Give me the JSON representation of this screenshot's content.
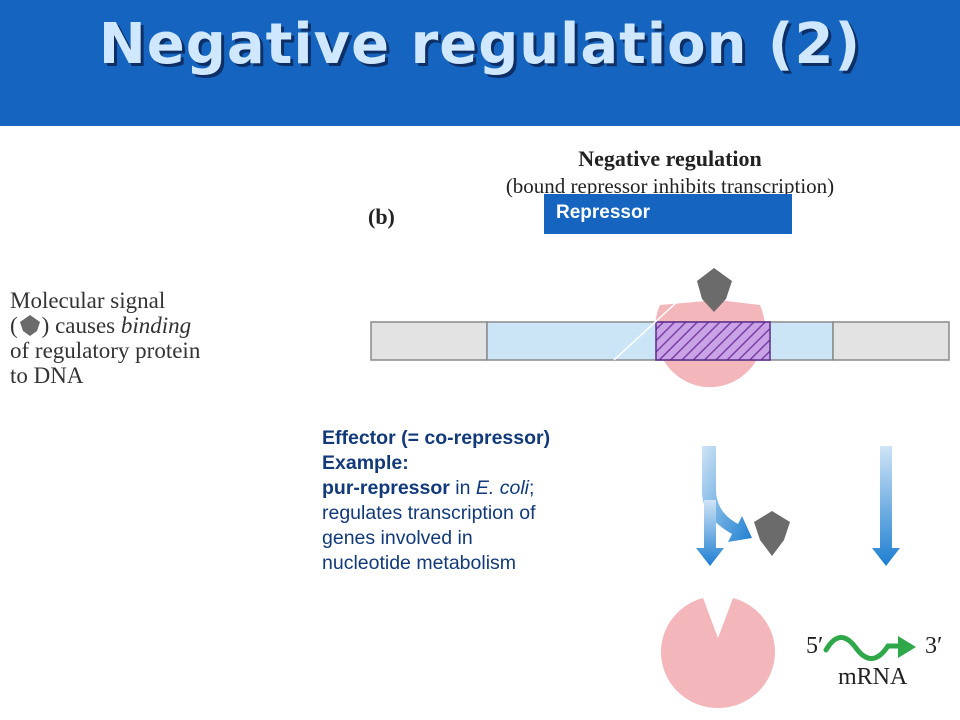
{
  "slide": {
    "title": "Negative regulation (2)"
  },
  "figure": {
    "title": "Negative regulation",
    "subtitle": "(bound repressor inhibits transcription)",
    "panel_label": "(b)",
    "repressor_label": "Repressor"
  },
  "side_caption": {
    "line1": "Molecular signal",
    "line2_pre": "(",
    "line2_post": ") causes ",
    "line2_italic": "binding",
    "line3": "of regulatory protein",
    "line4": "to DNA",
    "icon": "effector-pentagon-icon"
  },
  "effector_text": {
    "heading": "Effector (= co-repressor)",
    "example": "Example:",
    "line3_bold": "pur-repressor",
    "line3_mid": " in ",
    "line3_italic": "E. coli",
    "line3_end": ";",
    "line4": "regulates transcription of",
    "line5": "genes involved in",
    "line6": "nucleotide metabolism"
  },
  "mrna": {
    "five_prime": "5′",
    "three_prime": "3′",
    "label": "mRNA"
  },
  "colors": {
    "header": "#1565c0",
    "title_text": "#cfe8ff",
    "operator_fill": "#cce5f6",
    "dna_gray": "#e3e3e3",
    "repressor_pink": "#f3b6bb",
    "hatch_purple": "#7b3fa8",
    "effector_gray": "#6b6b6b",
    "arrow_blue": "#2a8ad6",
    "mrna_green": "#2fa84a"
  }
}
